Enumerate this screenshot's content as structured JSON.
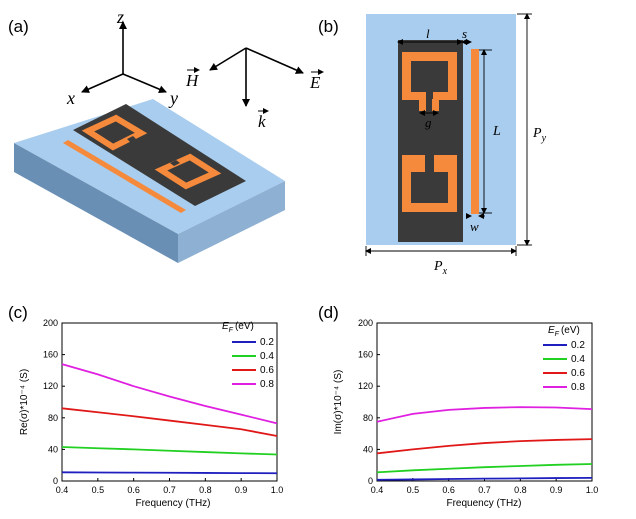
{
  "panels": {
    "a": {
      "label": "(a)",
      "axes": {
        "z": "z",
        "x": "x",
        "y": "y"
      },
      "field": {
        "h": "H",
        "e": "E",
        "k": "k"
      }
    },
    "b": {
      "label": "(b)",
      "dims": {
        "l": "l",
        "s": "s",
        "g": "g",
        "L": "L",
        "w": "w",
        "Py": "P",
        "Py_sub": "y",
        "Px": "P",
        "Px_sub": "x"
      }
    },
    "c": {
      "label": "(c)",
      "ylabel": "Re(σ)*10⁻⁴ (S)",
      "xlabel": "Frequency (THz)",
      "legend_title": "E",
      "legend_title_sub": "F",
      "legend_title_unit": "(eV)"
    },
    "d": {
      "label": "(d)",
      "ylabel": "Im(σ)*10⁻⁴ (S)",
      "xlabel": "Frequency (THz)",
      "legend_title": "E",
      "legend_title_sub": "F",
      "legend_title_unit": "(eV)"
    }
  },
  "colors": {
    "substrate_top": "#a9cdee",
    "substrate_side": "#8db0d3",
    "substrate_front": "#6a8fb4",
    "metal": "#f58a3c",
    "dark": "#3a3a3a"
  },
  "chart_data": [
    {
      "type": "line",
      "panel": "c",
      "xlabel": "Frequency (THz)",
      "ylabel": "Re(σ)*10⁻⁴ (S)",
      "xlim": [
        0.4,
        1.0
      ],
      "ylim": [
        0,
        200
      ],
      "xticks": [
        "0.4",
        "0.5",
        "0.6",
        "0.7",
        "0.8",
        "0.9",
        "1.0"
      ],
      "yticks": [
        "0",
        "40",
        "80",
        "120",
        "160",
        "200"
      ],
      "legend_title": "EF (eV)",
      "legend_position": "top-right",
      "x": [
        0.4,
        0.5,
        0.6,
        0.7,
        0.8,
        0.9,
        1.0
      ],
      "series": [
        {
          "name": "0.2",
          "color": "#1f1fbf",
          "values": [
            11,
            10.8,
            10.6,
            10.4,
            10.2,
            10,
            9.8
          ]
        },
        {
          "name": "0.4",
          "color": "#22d022",
          "values": [
            43,
            41.5,
            40,
            38.3,
            36.6,
            35,
            33.5
          ]
        },
        {
          "name": "0.6",
          "color": "#e01818",
          "values": [
            92,
            87,
            82,
            76.5,
            71,
            65.5,
            57
          ]
        },
        {
          "name": "0.8",
          "color": "#e020e0",
          "values": [
            148,
            135,
            120,
            107,
            95,
            84,
            73
          ]
        }
      ]
    },
    {
      "type": "line",
      "panel": "d",
      "xlabel": "Frequency (THz)",
      "ylabel": "Im(σ)*10⁻⁴ (S)",
      "xlim": [
        0.4,
        1.0
      ],
      "ylim": [
        0,
        200
      ],
      "xticks": [
        "0.4",
        "0.5",
        "0.6",
        "0.7",
        "0.8",
        "0.9",
        "1.0"
      ],
      "yticks": [
        "0",
        "40",
        "80",
        "120",
        "160",
        "200"
      ],
      "legend_title": "EF (eV)",
      "legend_position": "top-right",
      "x": [
        0.4,
        0.5,
        0.6,
        0.7,
        0.8,
        0.9,
        1.0
      ],
      "series": [
        {
          "name": "0.2",
          "color": "#1f1fbf",
          "values": [
            1.5,
            2,
            2.5,
            3,
            3.3,
            3.7,
            4
          ]
        },
        {
          "name": "0.4",
          "color": "#22d022",
          "values": [
            11,
            13.5,
            15.5,
            17.5,
            19,
            20.5,
            21.5
          ]
        },
        {
          "name": "0.6",
          "color": "#e01818",
          "values": [
            35,
            40,
            44.5,
            48,
            50.5,
            52,
            53
          ]
        },
        {
          "name": "0.8",
          "color": "#e020e0",
          "values": [
            75,
            85,
            90,
            92.5,
            93.5,
            93,
            91
          ]
        }
      ]
    }
  ]
}
